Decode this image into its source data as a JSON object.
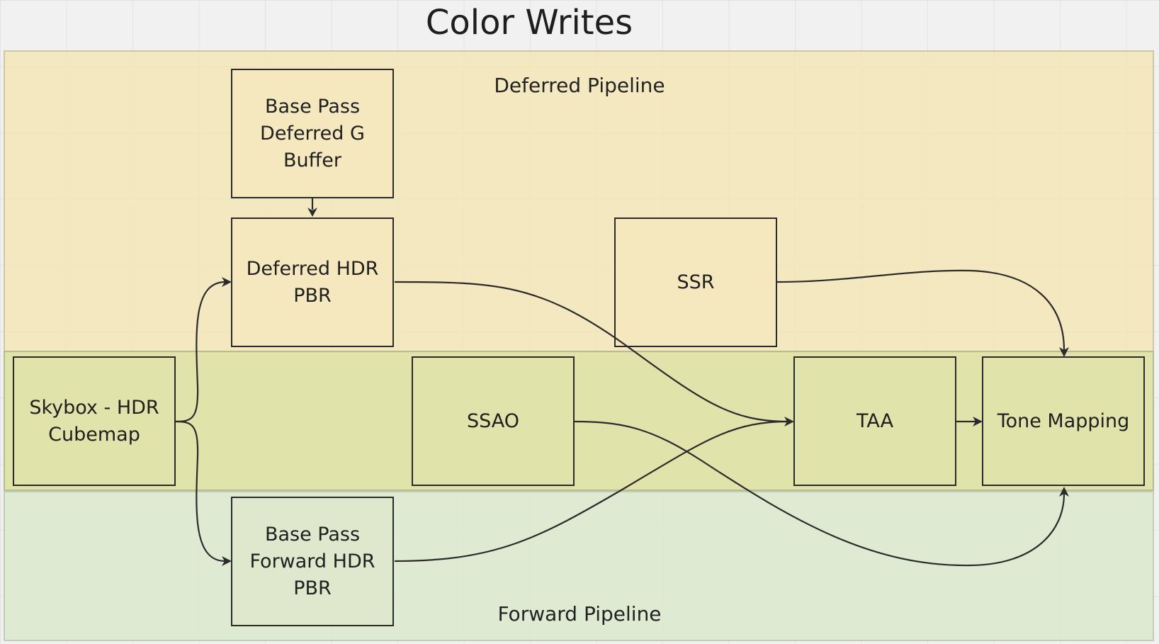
{
  "title": "Color Writes",
  "zones": {
    "deferred": "Deferred Pipeline",
    "forward": "Forward Pipeline"
  },
  "nodes": {
    "base_pass_deferred": "Base Pass Deferred G Buffer",
    "deferred_hdr": "Deferred HDR PBR",
    "ssr": "SSR",
    "skybox": "Skybox - HDR Cubemap",
    "ssao": "SSAO",
    "taa": "TAA",
    "tone_mapping": "Tone Mapping",
    "base_pass_forward": "Base Pass Forward HDR PBR"
  },
  "colors": {
    "deferred_zone": "#f5e6b4",
    "shared_zone": "#dee3a7",
    "forward_zone": "#dce9cc",
    "stroke": "#2b2b2b"
  }
}
